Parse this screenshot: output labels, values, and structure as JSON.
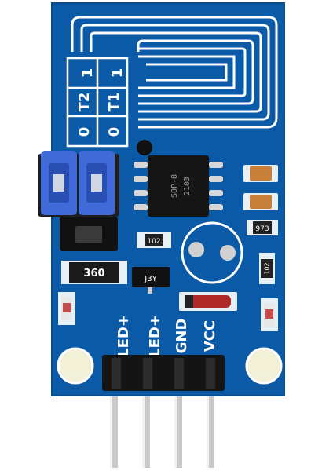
{
  "board": {
    "pcb_color": "#0a5aa8",
    "silkscreen_color": "#ffffff",
    "pin_labels": [
      "LED+",
      "LED+",
      "GND",
      "VCC"
    ],
    "jumper_table": {
      "row_top": [
        "1",
        "1"
      ],
      "row_mid": [
        "T2",
        "T1"
      ],
      "row_bottom": [
        "0",
        "0"
      ]
    },
    "components": {
      "ic_marking_1": "SOP-8",
      "ic_marking_2": "2103",
      "resistor_large": "360",
      "resistor_small_1": "102",
      "resistor_small_2": "973",
      "resistor_side": "102",
      "transistor": "J3Y"
    }
  }
}
